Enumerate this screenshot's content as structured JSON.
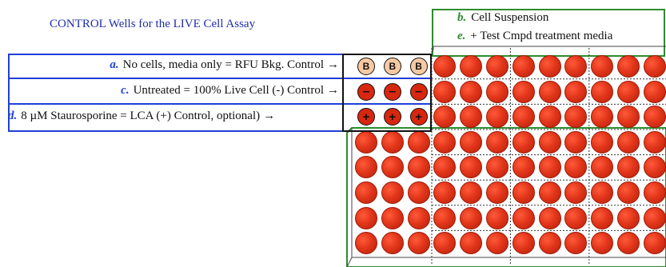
{
  "title": "CONTROL Wells for the LIVE Cell Assay",
  "treatment_legend": [
    {
      "letter": "b.",
      "text": "Cell Suspension"
    },
    {
      "letter": "e.",
      "text": "+ Test Cmpd treatment media"
    }
  ],
  "control_rows": [
    {
      "letter": "a.",
      "text": "No cells, media only  =  RFU Bkg. Control",
      "arrow": "→",
      "symbol": "B",
      "style": "bkg"
    },
    {
      "letter": "c.",
      "text": "Untreated = 100% Live Cell  (-) Control",
      "arrow": "→",
      "symbol": "–",
      "style": "neg"
    },
    {
      "letter": "d.",
      "text": "8 µM Staurosporine = LCA (+) Control, optional)",
      "arrow": "→",
      "symbol": "+",
      "style": "pos"
    }
  ],
  "plate": {
    "rows": 8,
    "cols": 12,
    "control_cols": 3,
    "control_rows": 3
  },
  "colors": {
    "title": "#1f2fa8",
    "blue_frame": "#1e3fd8",
    "green_frame": "#2e8b2e",
    "well_red": "#e2361a",
    "bkg_well": "#f7c9a3"
  }
}
